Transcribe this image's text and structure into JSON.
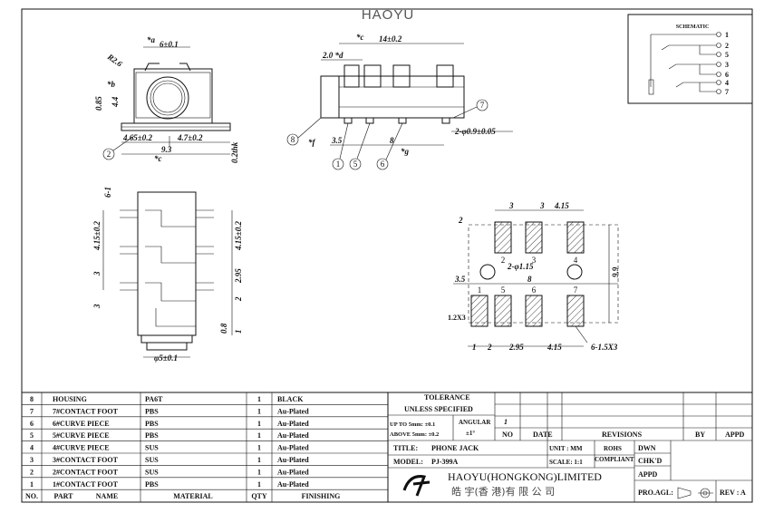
{
  "brand_watermark": "HAOYU",
  "schematic": {
    "title": "SCHEMATIC",
    "pins": [
      "1",
      "2",
      "5",
      "3",
      "6",
      "4",
      "7"
    ]
  },
  "front_view": {
    "dims": {
      "a_label": "*a",
      "a": "6±0.1",
      "r": "R2.6",
      "b_label": "*b",
      "h1": "0.85",
      "h2": "4.4",
      "w1": "4.65±0.2",
      "w2": "4.7±0.2",
      "total": "9.3",
      "c_label": "*c",
      "thk": "0.2thk"
    },
    "callouts": [
      "2"
    ]
  },
  "side_view": {
    "dims": {
      "c_label": "*c",
      "len": "14±0.2",
      "d_label": "2.0 *d",
      "pitch1": "3.5",
      "pitch2": "8",
      "g_label": "*g",
      "f_label": "*f",
      "pin": "2-φ0.9±0.05"
    },
    "callouts": [
      "8",
      "1",
      "5",
      "6",
      "7"
    ]
  },
  "bottom_view": {
    "dims": {
      "top": "6-1",
      "p1": "4.15±0.2",
      "p1r": "4.15±0.2",
      "p2": "3",
      "p2r": "2.95",
      "p3": "3",
      "p3r": "2",
      "p4r": "0.8",
      "p5r": "1",
      "dia": "φ5±0.1"
    }
  },
  "footprint": {
    "dims": {
      "t1": "3",
      "t2": "3",
      "t3": "4.15",
      "left": "2",
      "hole": "2-φ1.15",
      "h1": "3.5",
      "h2": "8",
      "height": "9.9",
      "pad": "1.2X3",
      "b1": "1",
      "b2": "2",
      "b3": "2.95",
      "b4": "4.15",
      "pads": "6-1.5X3"
    },
    "pad_labels_top": [
      "2",
      "3",
      "4"
    ],
    "pad_labels_bottom": [
      "1",
      "5",
      "6",
      "7"
    ]
  },
  "bom": {
    "headers": {
      "no": "NO.",
      "part": "PART",
      "name": "NAME",
      "material": "MATERIAL",
      "qty": "QTY",
      "finishing": "FINISHING"
    },
    "rows": [
      {
        "no": "8",
        "name": "HOUSING",
        "material": "PA6T",
        "qty": "1",
        "finishing": "BLACK"
      },
      {
        "no": "7",
        "name": "7#CONTACT FOOT",
        "material": "PBS",
        "qty": "1",
        "finishing": "Au-Plated"
      },
      {
        "no": "6",
        "name": "6#CURVE PIECE",
        "material": "PBS",
        "qty": "1",
        "finishing": "Au-Plated"
      },
      {
        "no": "5",
        "name": "5#CURVE PIECE",
        "material": "PBS",
        "qty": "1",
        "finishing": "Au-Plated"
      },
      {
        "no": "4",
        "name": "4#CURVE PIECE",
        "material": "SUS",
        "qty": "1",
        "finishing": "Au-Plated"
      },
      {
        "no": "3",
        "name": "3#CONTACT FOOT",
        "material": "SUS",
        "qty": "1",
        "finishing": "Au-Plated"
      },
      {
        "no": "2",
        "name": "2#CONTACT FOOT",
        "material": "SUS",
        "qty": "1",
        "finishing": "Au-Plated"
      },
      {
        "no": "1",
        "name": "1#CONTACT FOOT",
        "material": "PBS",
        "qty": "1",
        "finishing": "Au-Plated"
      }
    ]
  },
  "title_block": {
    "tolerance": "TOLERANCE",
    "unless": "UNLESS SPECIFIED",
    "up5": "UP TO 5mm: ±0.1",
    "above5": "ABOVE 5mm: ±0.2",
    "angular": "ANGULAR",
    "angular_val": "±1°",
    "rev_no": "1",
    "no": "NO",
    "date": "DATE",
    "revisions": "REVISIONS",
    "by": "BY",
    "appd": "APPD",
    "title_label": "TITLE:",
    "title": "PHONE JACK",
    "unit_label": "UNIT : MM",
    "rohs": "ROHS",
    "compliant": "COMPLIANT",
    "model_label": "MODEL:",
    "model": "PJ-399A",
    "scale_label": "SCALE: 1:1",
    "dwn": "DWN",
    "chkd": "CHK'D",
    "appd2": "APPD",
    "company": "HAOYU(HONGKONG)LIMITED",
    "company_cn": "皓 宇(香 港)有 限 公 司",
    "proagl": "PRO.AGL:",
    "rev": "REV : A"
  }
}
